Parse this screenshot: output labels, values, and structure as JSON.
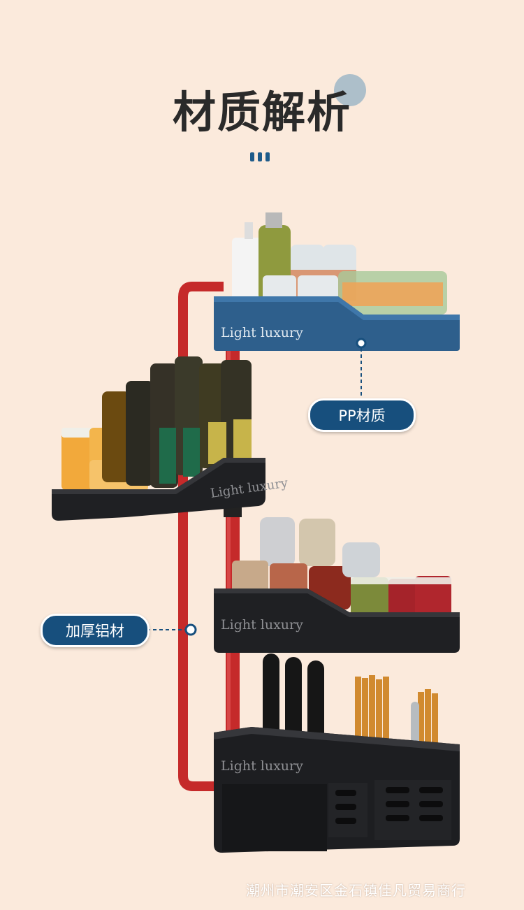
{
  "header": {
    "title": "材质解析"
  },
  "product": {
    "shelf_brand_text": "Light luxury",
    "tier_labels": [
      "Light luxury",
      "Light luxury",
      "Light luxury",
      "Light luxury"
    ]
  },
  "callouts": {
    "pp_material": "PP材质",
    "aluminum_material": "加厚铝材"
  },
  "watermark": "潮州市潮安区金石镇佳凡贸易商行",
  "colors": {
    "background": "#fbeadc",
    "accent_blue": "#174f7d",
    "frame_red": "#cc2b2b",
    "shelf_black": "#1e1f22",
    "shelf_blue": "#2e5f8c"
  }
}
